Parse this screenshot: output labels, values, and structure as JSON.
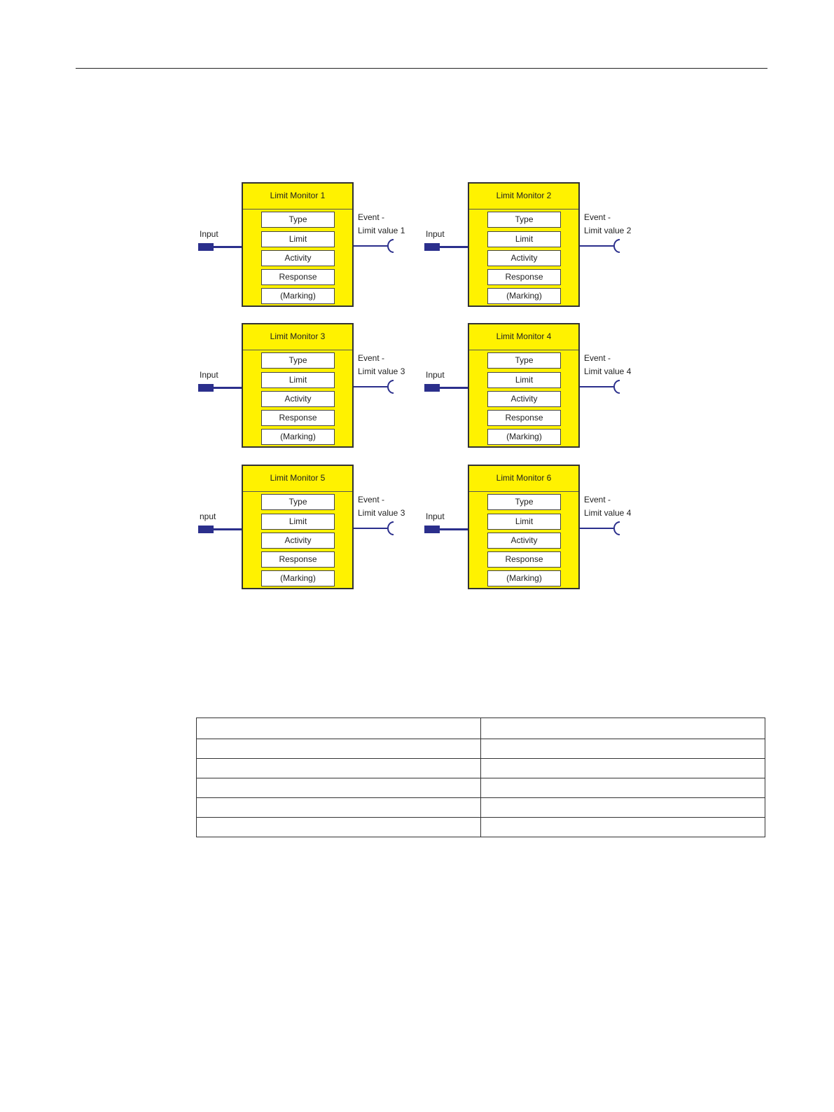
{
  "diagram": {
    "monitors": [
      {
        "title": "Limit Monitor 1",
        "input_label": "Input",
        "event_label": "Event -",
        "limit_label": "Limit value 1",
        "fields": [
          "Type",
          "Limit",
          "Activity",
          "Response",
          "(Marking)"
        ]
      },
      {
        "title": "Limit Monitor 2",
        "input_label": "Input",
        "event_label": "Event -",
        "limit_label": "Limit value 2",
        "fields": [
          "Type",
          "Limit",
          "Activity",
          "Response",
          "(Marking)"
        ]
      },
      {
        "title": "Limit Monitor 3",
        "input_label": "Input",
        "event_label": "Event -",
        "limit_label": "Limit value 3",
        "fields": [
          "Type",
          "Limit",
          "Activity",
          "Response",
          "(Marking)"
        ]
      },
      {
        "title": "Limit Monitor 4",
        "input_label": "Input",
        "event_label": "Event -",
        "limit_label": "Limit value 4",
        "fields": [
          "Type",
          "Limit",
          "Activity",
          "Response",
          "(Marking)"
        ]
      },
      {
        "title": "Limit Monitor 5",
        "input_label": "nput",
        "event_label": "Event -",
        "limit_label": "Limit value 3",
        "fields": [
          "Type",
          "Limit",
          "Activity",
          "Response",
          "(Marking)"
        ]
      },
      {
        "title": "Limit Monitor 6",
        "input_label": "Input",
        "event_label": "Event -",
        "limit_label": "Limit value 4",
        "fields": [
          "Type",
          "Limit",
          "Activity",
          "Response",
          "(Marking)"
        ]
      }
    ],
    "colors": {
      "box_fill": "#fff200",
      "connector": "#2b2f8c",
      "border": "#333333"
    }
  },
  "table": {
    "rows": [
      [
        "",
        ""
      ],
      [
        "",
        ""
      ],
      [
        "",
        ""
      ],
      [
        "",
        ""
      ],
      [
        "",
        ""
      ],
      [
        "",
        ""
      ]
    ]
  }
}
